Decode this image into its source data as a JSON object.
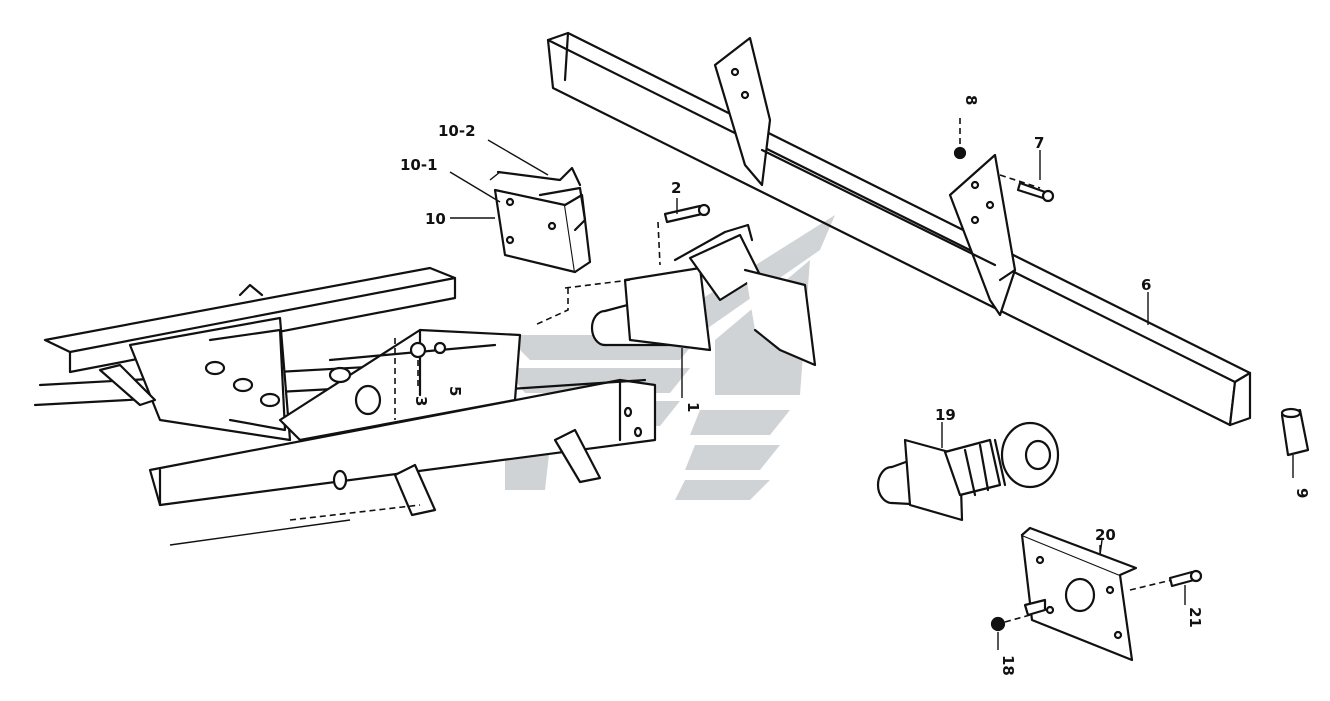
{
  "diagram": {
    "part_labels": {
      "l1": "1",
      "l2": "2",
      "l3": "3",
      "l5": "5",
      "l6": "6",
      "l7": "7",
      "l8": "8",
      "l9": "9",
      "l10": "10",
      "l10_1": "10-1",
      "l10_2": "10-2",
      "l18": "18",
      "l19": "19",
      "l20": "20",
      "l21": "21"
    },
    "watermark": "stylized-logo",
    "colors": {
      "line": "#111111",
      "watermark": "#bcc1c4",
      "background": "#ffffff"
    }
  }
}
